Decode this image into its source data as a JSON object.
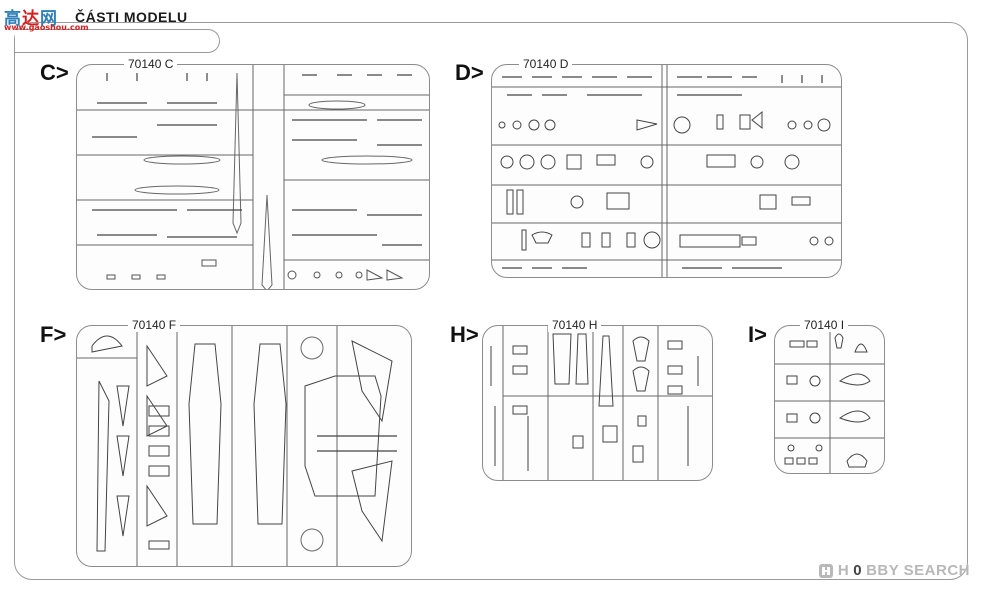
{
  "header": {
    "logo_cn_a": "高",
    "logo_cn_b": "达",
    "logo_cn_c": "网",
    "logo_url": "www.gaoshou.com",
    "title": "ČÁSTI MODELU"
  },
  "sprues": [
    {
      "letter": "C>",
      "code": "70140 C"
    },
    {
      "letter": "D>",
      "code": "70140 D"
    },
    {
      "letter": "F>",
      "code": "70140 F"
    },
    {
      "letter": "H>",
      "code": "70140 H"
    },
    {
      "letter": "I>",
      "code": "70140 I"
    }
  ],
  "watermark": {
    "brand_a": "H",
    "brand_num": "0",
    "brand_b": "BBY SEARCH"
  },
  "colors": {
    "frame": "#9a9a9a",
    "sprue_outline": "#8c8c8c",
    "part_stroke": "#555555",
    "logo_blue": "#2f7fb8",
    "logo_red": "#d62020",
    "watermark": "#b8b8b8"
  }
}
